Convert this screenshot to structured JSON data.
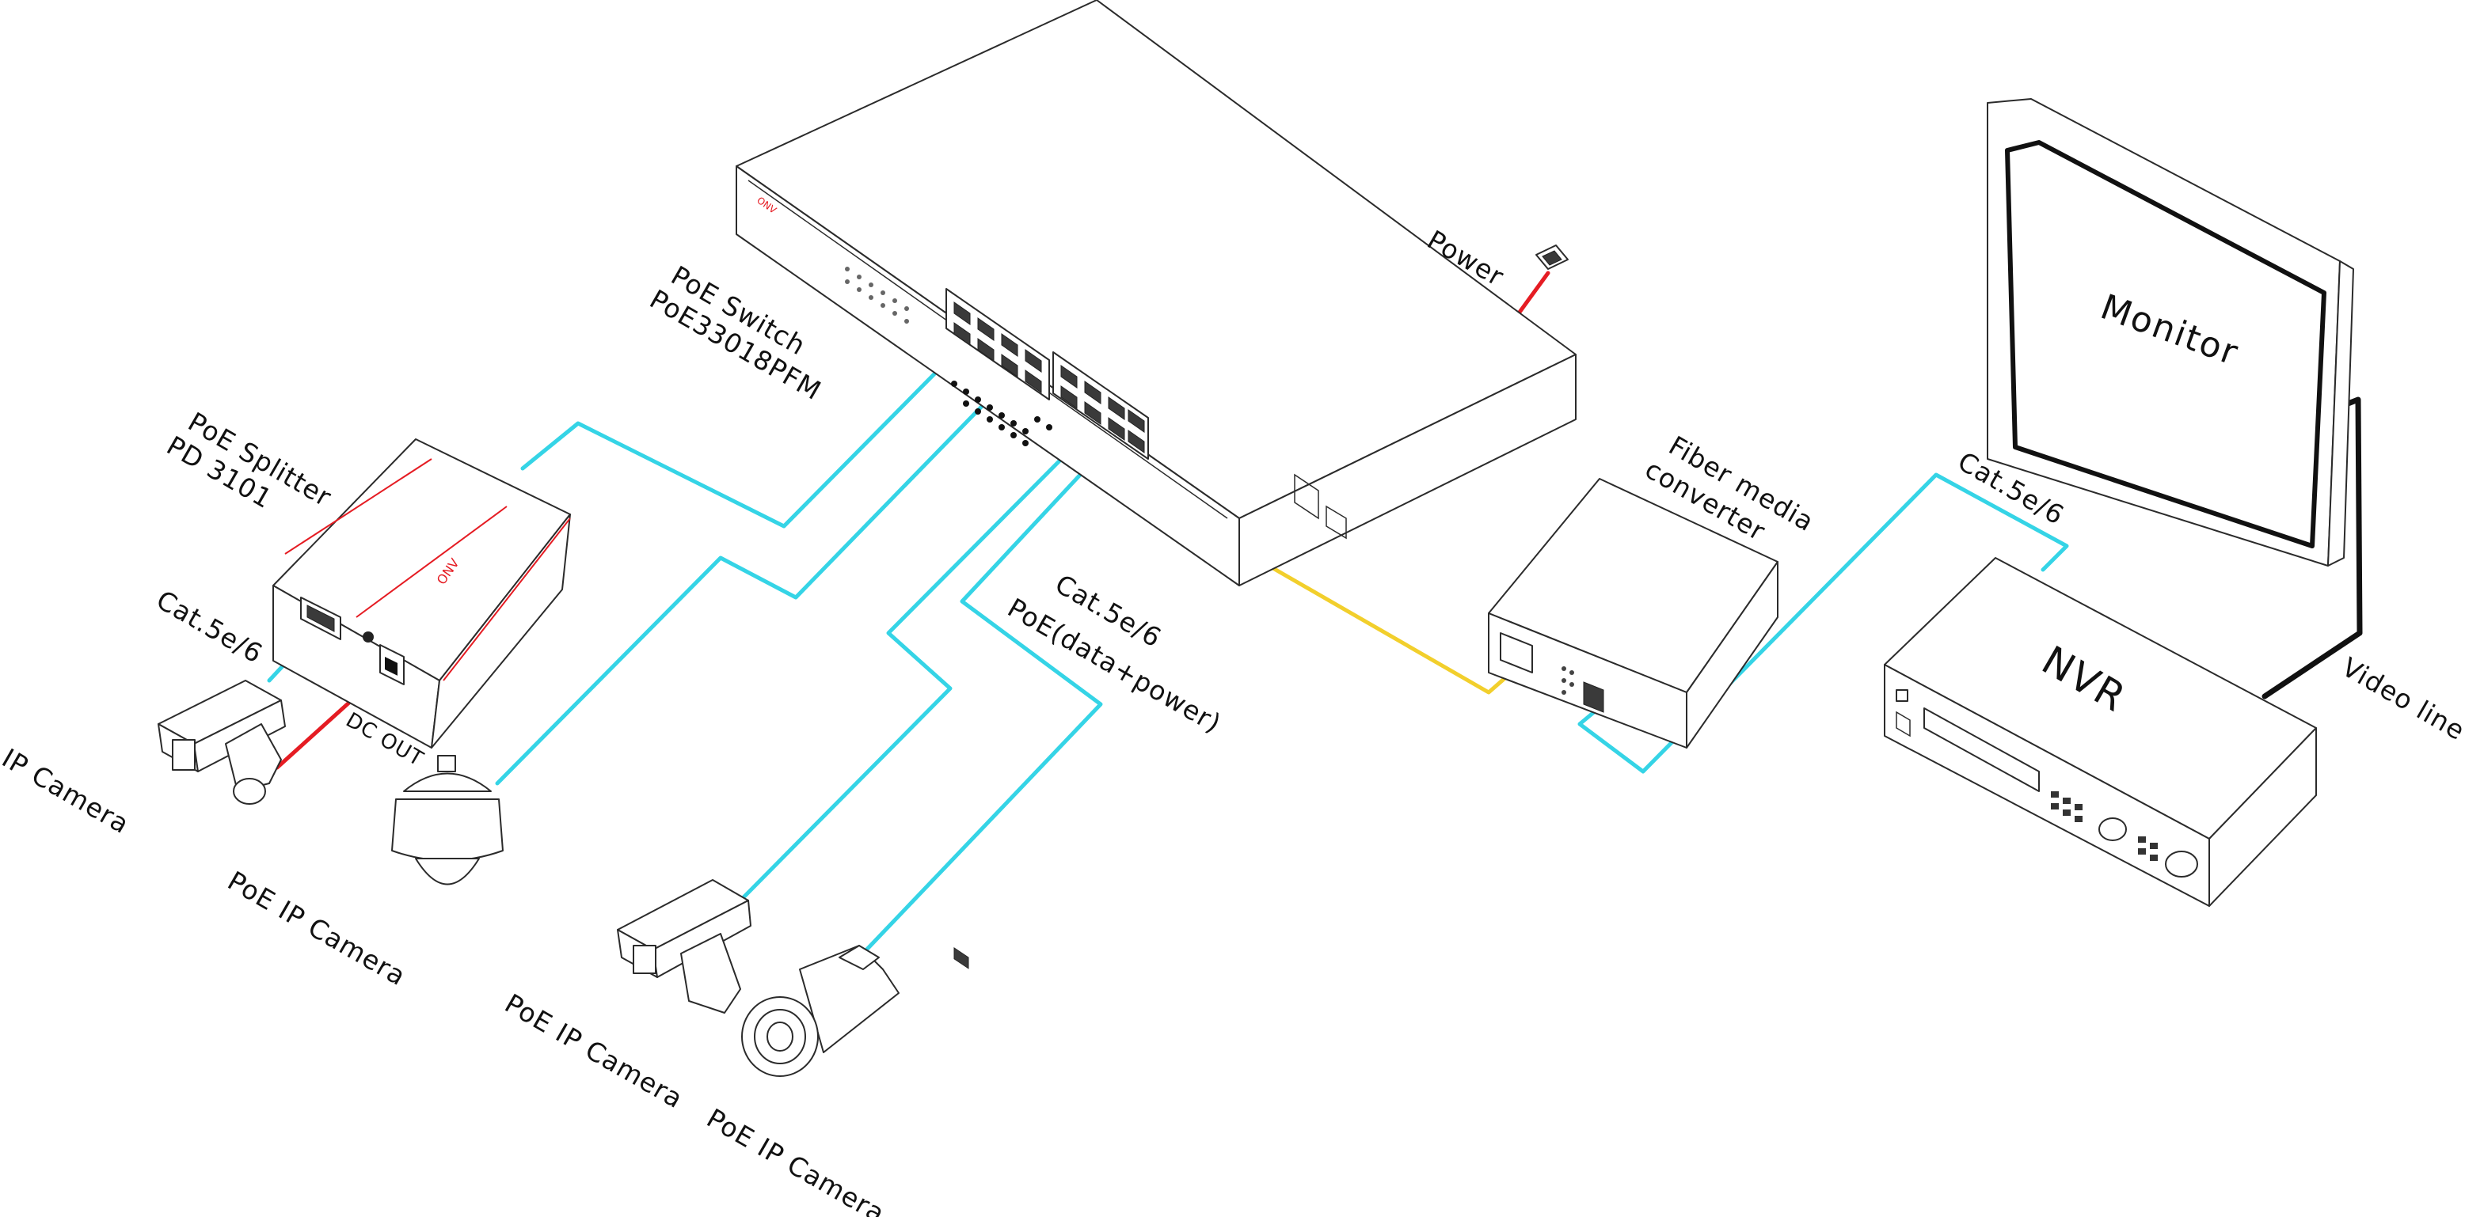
{
  "labels": {
    "switch_line1": "PoE  Switch",
    "switch_line2": "PoE33018PFM",
    "splitter_line1": "PoE Splitter",
    "splitter_line2": "PD 3101",
    "cat_left": "Cat.5e/6",
    "ip_camera": "IP Camera",
    "dc_out": "DC OUT",
    "poe_ip_camera_dome": "PoE IP Camera",
    "poe_ip_camera_box": "PoE IP Camera",
    "poe_ip_camera_bullet": "PoE IP Camera",
    "cat_center_line1": "Cat.5e/6",
    "cat_center_line2": "PoE(data+power)",
    "power": "Power",
    "fiber_line1": "Fiber media",
    "fiber_line2": "converter",
    "cat_right": "Cat.5e/6",
    "monitor": "Monitor",
    "nvr": "NVR",
    "video_line": "Video line"
  },
  "colors": {
    "network_cable": "#35d4e6",
    "fiber_cable": "#f2cf2c",
    "power_cable": "#e51c23",
    "video_cable": "#111111",
    "brand_accent": "#e51c23"
  }
}
